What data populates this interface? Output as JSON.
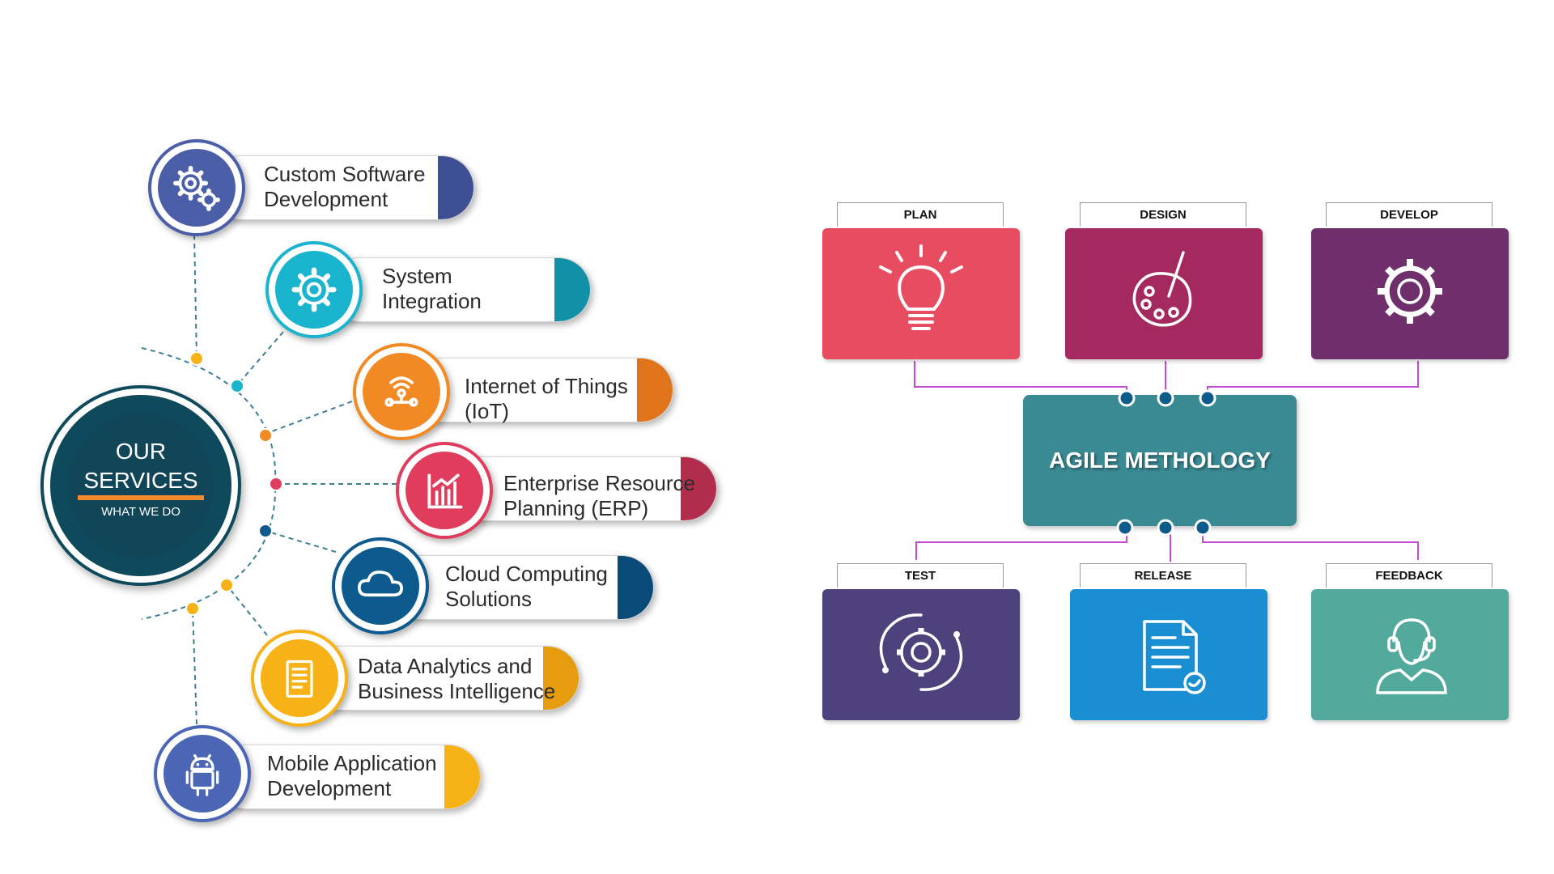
{
  "services": {
    "hub": {
      "line1": "OUR",
      "line2": "SERVICES",
      "sub": "WHAT WE DO"
    },
    "items": [
      {
        "line1": "Custom Software",
        "line2": "Development",
        "icon": "gears-icon",
        "color": "#4a5fa8",
        "accent": "#3f4f94"
      },
      {
        "line1": "System",
        "line2": "Integration",
        "icon": "gear-icon",
        "color": "#1bb4cf",
        "accent": "#1290a8"
      },
      {
        "line1": "Internet of Things",
        "line2": "(IoT)",
        "icon": "iot-icon",
        "color": "#f28a24",
        "accent": "#e0741a"
      },
      {
        "line1": "Enterprise Resource",
        "line2": "Planning (ERP)",
        "icon": "chart-icon",
        "color": "#e03d5d",
        "accent": "#b22d4c"
      },
      {
        "line1": "Cloud Computing",
        "line2": "Solutions",
        "icon": "cloud-icon",
        "color": "#0c5a8e",
        "accent": "#0a4a78"
      },
      {
        "line1": "Data Analytics and",
        "line2": "Business Intelligence",
        "icon": "document-icon",
        "color": "#f7b217",
        "accent": "#e69c0e"
      },
      {
        "line1": "Mobile Application",
        "line2": "Development",
        "icon": "android-icon",
        "color": "#4a66b4",
        "accent": "#f7b217"
      }
    ]
  },
  "agile": {
    "center_label": "AGILE METHOLOGY",
    "center_color": "#3a8a94",
    "stages": [
      {
        "label": "PLAN",
        "color": "#e84c60",
        "icon": "lightbulb-icon"
      },
      {
        "label": "DESIGN",
        "color": "#a3295f",
        "icon": "palette-icon"
      },
      {
        "label": "DEVELOP",
        "color": "#6f2f6b",
        "icon": "gear-icon"
      },
      {
        "label": "TEST",
        "color": "#4e427d",
        "icon": "gear-cycle-icon"
      },
      {
        "label": "RELEASE",
        "color": "#1a8ed3",
        "icon": "document-check-icon"
      },
      {
        "label": "FEEDBACK",
        "color": "#52aa9c",
        "icon": "headset-user-icon"
      }
    ],
    "connector_color": "#c34bd4",
    "dot_color": "#0d5b8a"
  }
}
